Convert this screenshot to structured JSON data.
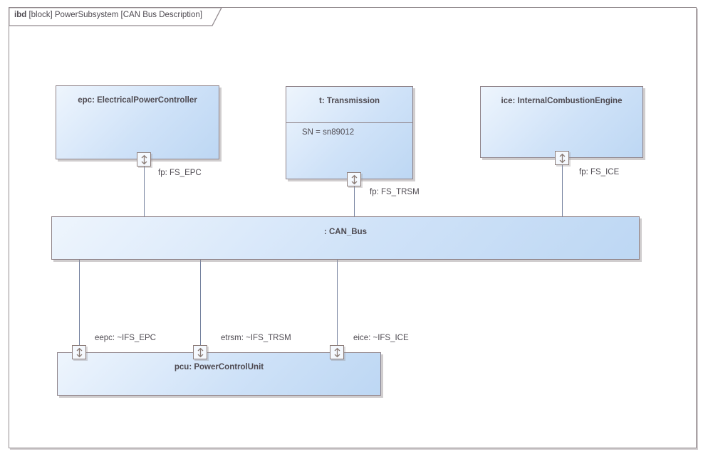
{
  "frame": {
    "keyword": "ibd",
    "label": " [block] PowerSubsystem [CAN Bus Description]"
  },
  "blocks": {
    "epc": {
      "title": "epc: ElectricalPowerController"
    },
    "transmission": {
      "title": "t: Transmission",
      "attribute": "SN = sn89012"
    },
    "ice": {
      "title": "ice: InternalCombustionEngine"
    },
    "can_bus": {
      "title": ": CAN_Bus"
    },
    "pcu": {
      "title": "pcu: PowerControlUnit"
    }
  },
  "port_labels": {
    "fp_epc": "fp: FS_EPC",
    "fp_trsm": "fp: FS_TRSM",
    "fp_ice": "fp: FS_ICE",
    "eepc": "eepc: ~IFS_EPC",
    "etrsm": "etrsm: ~IFS_TRSM",
    "eice": "eice: ~IFS_ICE"
  },
  "icons": {
    "port_direction": "up-down-arrow"
  },
  "colors": {
    "block_fill_light": "#eef5fd",
    "block_fill_dark": "#bdd7f3",
    "block_border": "#8e8288",
    "connector_line": "#74819e",
    "text": "#4e4a51"
  }
}
